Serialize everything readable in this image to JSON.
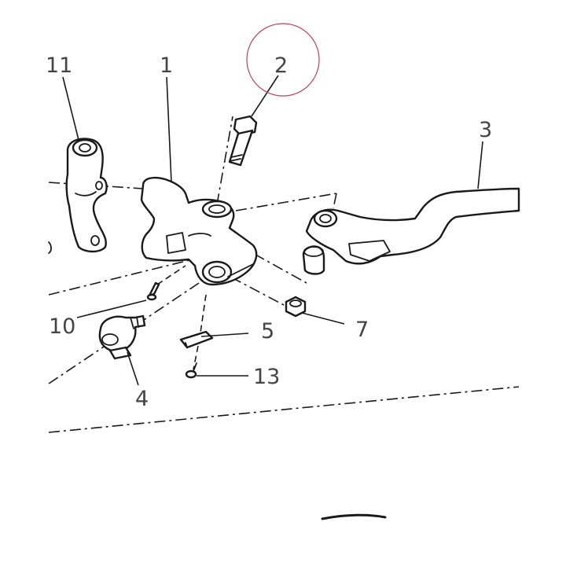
{
  "diagram": {
    "callouts": {
      "c1": "1",
      "c2": "2",
      "c3": "3",
      "c4": "4",
      "c5": "5",
      "c7": "7",
      "c10": "10",
      "c11": "11",
      "c13": "13"
    },
    "colors": {
      "line": "#1a1a1a",
      "label": "#444444",
      "highlight_circle": "#c0405a",
      "background": "#ffffff"
    }
  }
}
